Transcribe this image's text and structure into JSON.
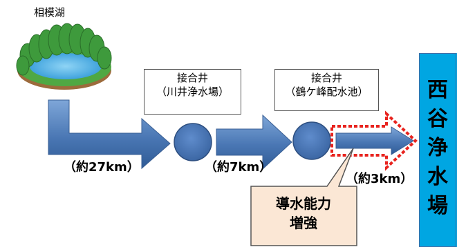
{
  "lake": {
    "label": "相模湖"
  },
  "junctions": [
    {
      "line1": "接合井",
      "line2": "（川井浄水場）"
    },
    {
      "line1": "接合井",
      "line2": "（鶴ケ峰配水池）"
    }
  ],
  "distances": [
    "（約27km）",
    "（約7km）",
    "（約3km）"
  ],
  "destination": {
    "chars": [
      "西",
      "谷",
      "浄",
      "水",
      "場"
    ]
  },
  "callout": {
    "line1": "導水能力",
    "line2": "増強"
  },
  "colors": {
    "arrow": "#4a77b4",
    "node": "#4a77b4",
    "destination": "#00a6e2",
    "highlight": "#e8231e",
    "callout_fill": "#fbe7d5",
    "lake_water": "#3aa8e4",
    "lake_trees": "#3e9a3c"
  }
}
